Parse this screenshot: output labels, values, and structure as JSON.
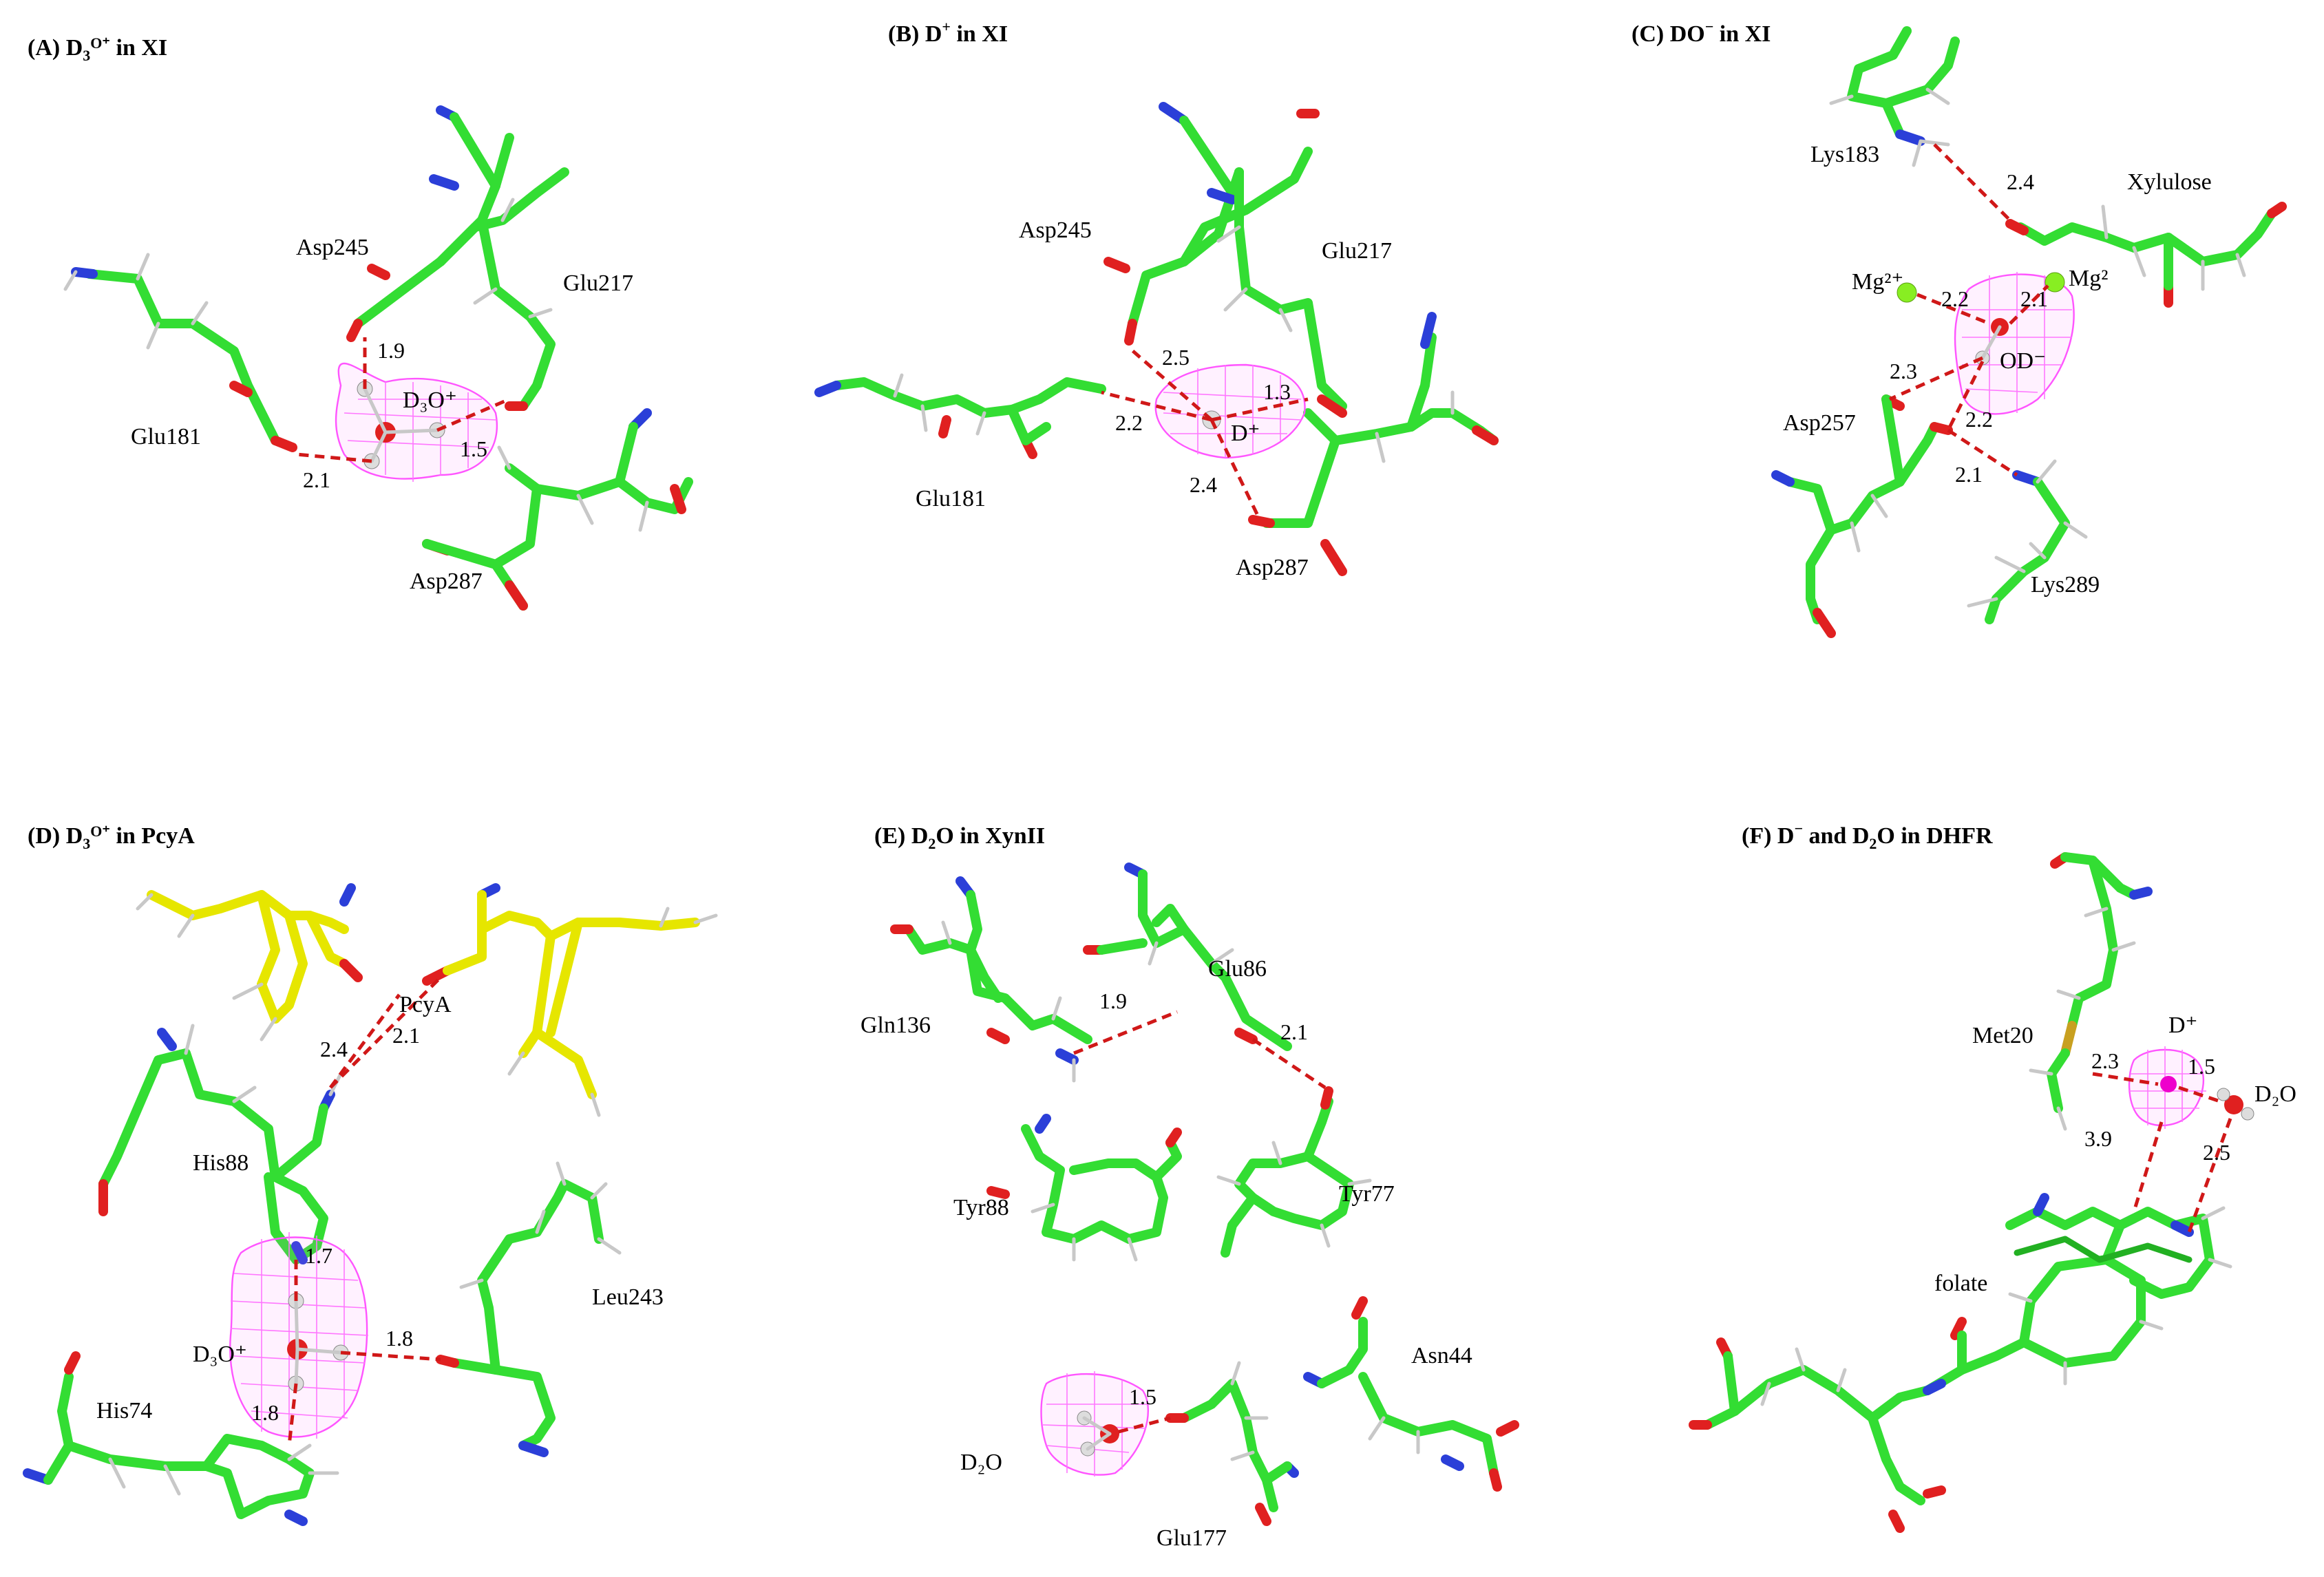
{
  "panels": {
    "a": {
      "title_prefix": "(A) D",
      "title_sub": "3",
      "title_sup": "O⁺",
      "title_suffix": " in XI",
      "labels": {
        "asp245": "Asp245",
        "glu217": "Glu217",
        "glu181": "Glu181",
        "asp287": "Asp287",
        "ion": "D₃O⁺"
      },
      "distances": [
        "1.9",
        "1.5",
        "2.1"
      ]
    },
    "b": {
      "title_prefix": "(B) D",
      "title_sup": "+",
      "title_suffix": " in XI",
      "labels": {
        "asp245": "Asp245",
        "glu217": "Glu217",
        "glu181": "Glu181",
        "asp287": "Asp287",
        "ion": "D⁺"
      },
      "distances": [
        "2.5",
        "1.3",
        "2.2",
        "2.4"
      ]
    },
    "c": {
      "title_prefix": "(C) DO",
      "title_sup": "−",
      "title_suffix": " in XI",
      "labels": {
        "lys183": "Lys183",
        "xylulose": "Xylulose",
        "mg_left": "Mg²⁺",
        "mg_right": "Mg²",
        "od": "OD⁻",
        "asp257": "Asp257",
        "lys289": "Lys289"
      },
      "distances": [
        "2.4",
        "2.2",
        "2.1",
        "2.3",
        "2.2",
        "2.1"
      ]
    },
    "d": {
      "title_prefix": "(D) D",
      "title_sub": "3",
      "title_sup": "O⁺",
      "title_suffix": " in PcyA",
      "labels": {
        "pcya": "PcyA",
        "his88": "His88",
        "leu243": "Leu243",
        "ion": "D₃O⁺",
        "his74": "His74"
      },
      "distances": [
        "2.4",
        "2.1",
        "1.7",
        "1.8",
        "1.8"
      ]
    },
    "e": {
      "title_prefix": "(E) D",
      "title_sub": "2",
      "title_suffix": "O in XynII",
      "labels": {
        "gln136": "Gln136",
        "glu86": "Glu86",
        "tyr88": "Tyr88",
        "tyr77": "Tyr77",
        "asn44": "Asn44",
        "d2o": "D₂O",
        "glu177": "Glu177"
      },
      "distances": [
        "1.9",
        "2.1",
        "1.5"
      ]
    },
    "f": {
      "title_prefix": "(F) D",
      "title_sup": "−",
      "title_mid": " and D",
      "title_sub": "2",
      "title_suffix": "O in DHFR",
      "labels": {
        "met20": "Met20",
        "dplus": "D⁺",
        "d2o": "D₂O",
        "folate": "folate"
      },
      "distances": [
        "2.3",
        "1.5",
        "3.9",
        "2.5"
      ]
    }
  },
  "colors": {
    "carbon": "#33dd33",
    "pcya_carbon": "#e6e600",
    "nitrogen": "#2b3fd8",
    "oxygen": "#e02020",
    "hydrogen": "#c8c8c8",
    "hbond": "#d01818",
    "density_mesh": "#ff55ff",
    "magnesium": "#88ee22",
    "deuterium_ion": "#ee00cc"
  }
}
